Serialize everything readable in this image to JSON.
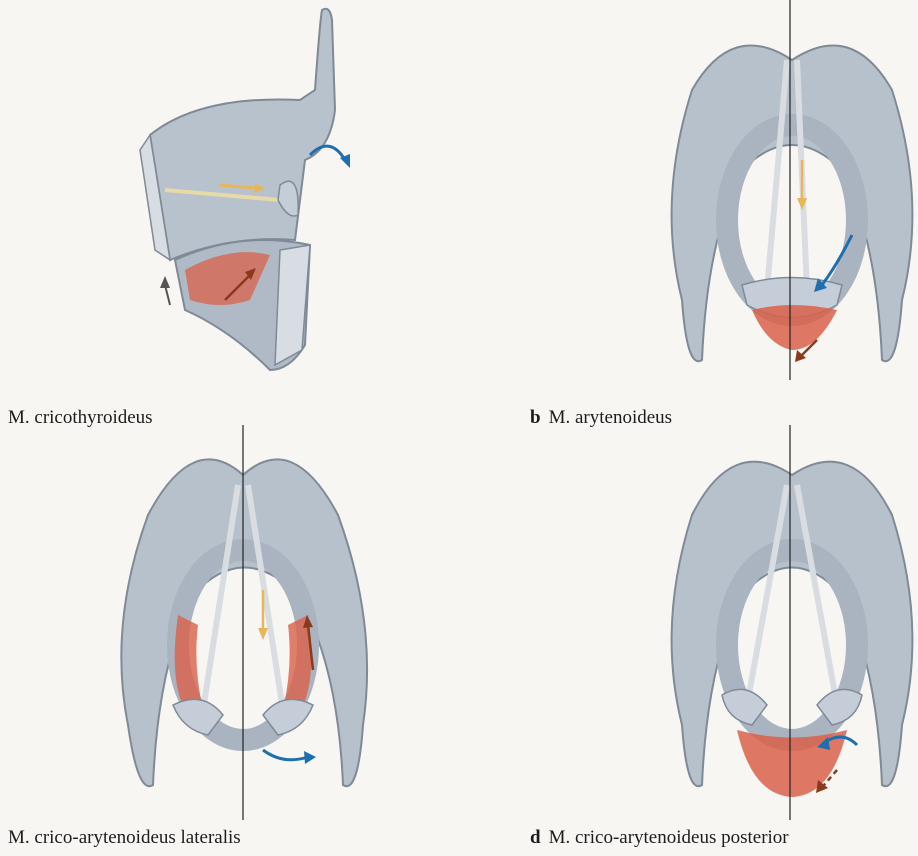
{
  "panels": {
    "a": {
      "letter": "",
      "label": "M. cricothyroideus"
    },
    "b": {
      "letter": "b",
      "label": "M. arytenoideus"
    },
    "c": {
      "letter": "",
      "label": "M. crico-arytenoideus lateralis"
    },
    "d": {
      "letter": "d",
      "label": "M. crico-arytenoideus posterior"
    }
  },
  "colors": {
    "cartilage": "#b3bdc8",
    "cartilage_dark": "#7f8a96",
    "muscle": "#d9604a",
    "arrow_blue": "#1f6fb0",
    "arrow_yellow": "#e7b65a",
    "arrow_brown": "#8a3a1c",
    "arrow_dark": "#555555"
  }
}
